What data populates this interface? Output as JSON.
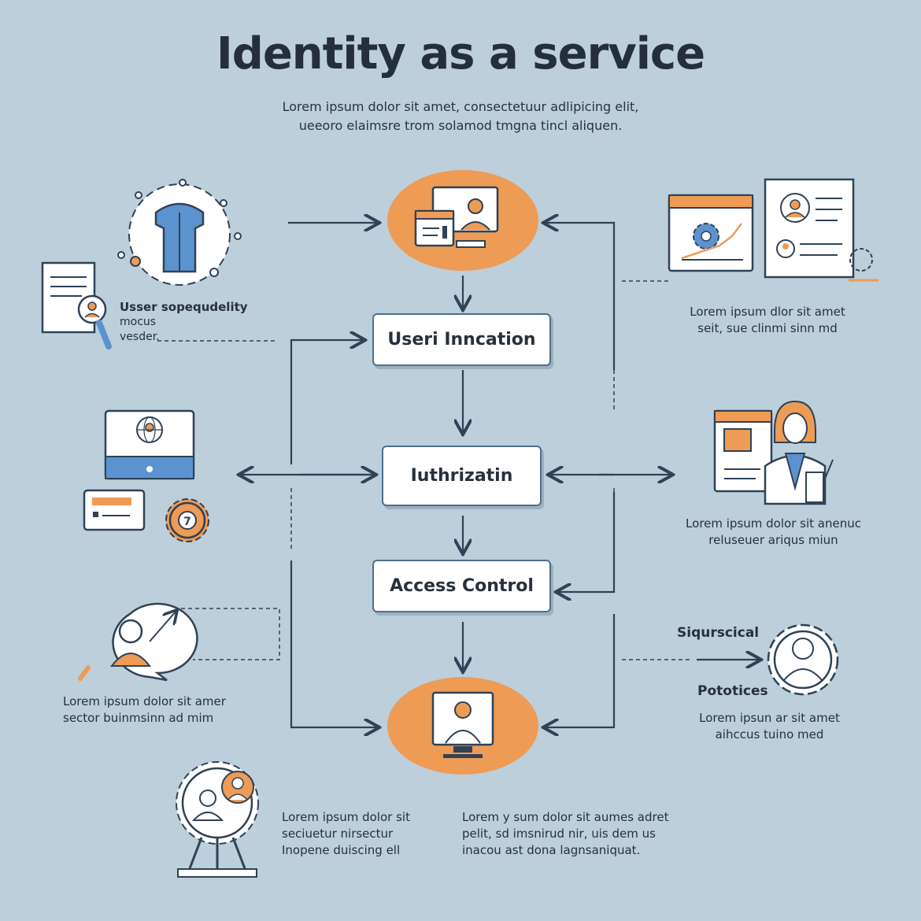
{
  "title": "Identity as a service",
  "subtitle": {
    "line1": "Lorem ipsum dolor sit amet, consectetuur adlipicing elit,",
    "line2": "ueeoro elaimsre trom solamod tmgna tincl aliquen."
  },
  "flow": {
    "step1": "Useri Inncation",
    "step2": "Iuthrizatin",
    "step3": "Access Control"
  },
  "left": {
    "user_label": {
      "line1": "Usser sopequdelity",
      "line2": "mocus",
      "line3": "vesder."
    },
    "bottom_caption": {
      "line1": "Lorem ipsum dolor sit amer",
      "line2": "sector buinmsinn ad mim"
    }
  },
  "right": {
    "top_caption": {
      "line1": "Lorem ipsum dlor sit amet",
      "line2": "seit, sue clinmi sinn md"
    },
    "middle_caption": {
      "line1": "Lorem ipsum dolor sit anenuc",
      "line2": "reluseuer ariqus miun"
    },
    "gear_label_top": "Siqurscical",
    "gear_label_bottom": "Pototices",
    "bottom_caption": {
      "line1": "Lorem ipsun ar sit amet",
      "line2": "aihccus tuino med"
    }
  },
  "footer": {
    "col1": {
      "line1": "Lorem ipsum dolor sit",
      "line2": "seciuetur nirsectur",
      "line3": "Inopene duiscing ell"
    },
    "col2": {
      "line1": "Lorem y sum dolor sit aumes adret",
      "line2": "pelit, sd imsnirud nir, uis dem us",
      "line3": "inacou ast dona lagnsaniquat."
    }
  },
  "colors": {
    "background": "#bccfda",
    "accent_orange": "#ee9b55",
    "accent_blue": "#5c93cf",
    "line": "#2f4256"
  }
}
